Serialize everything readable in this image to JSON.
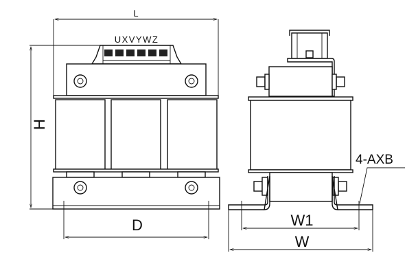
{
  "diagram": {
    "front_view": {
      "dim_length": "L",
      "dim_height": "H",
      "dim_depth": "D",
      "terminal_labels": "UXVYWZ"
    },
    "side_view": {
      "dim_mount_width": "W1",
      "dim_width": "W",
      "hole_callout": "4-AXB"
    },
    "colors": {
      "line": "#111111",
      "background": "#ffffff"
    }
  }
}
